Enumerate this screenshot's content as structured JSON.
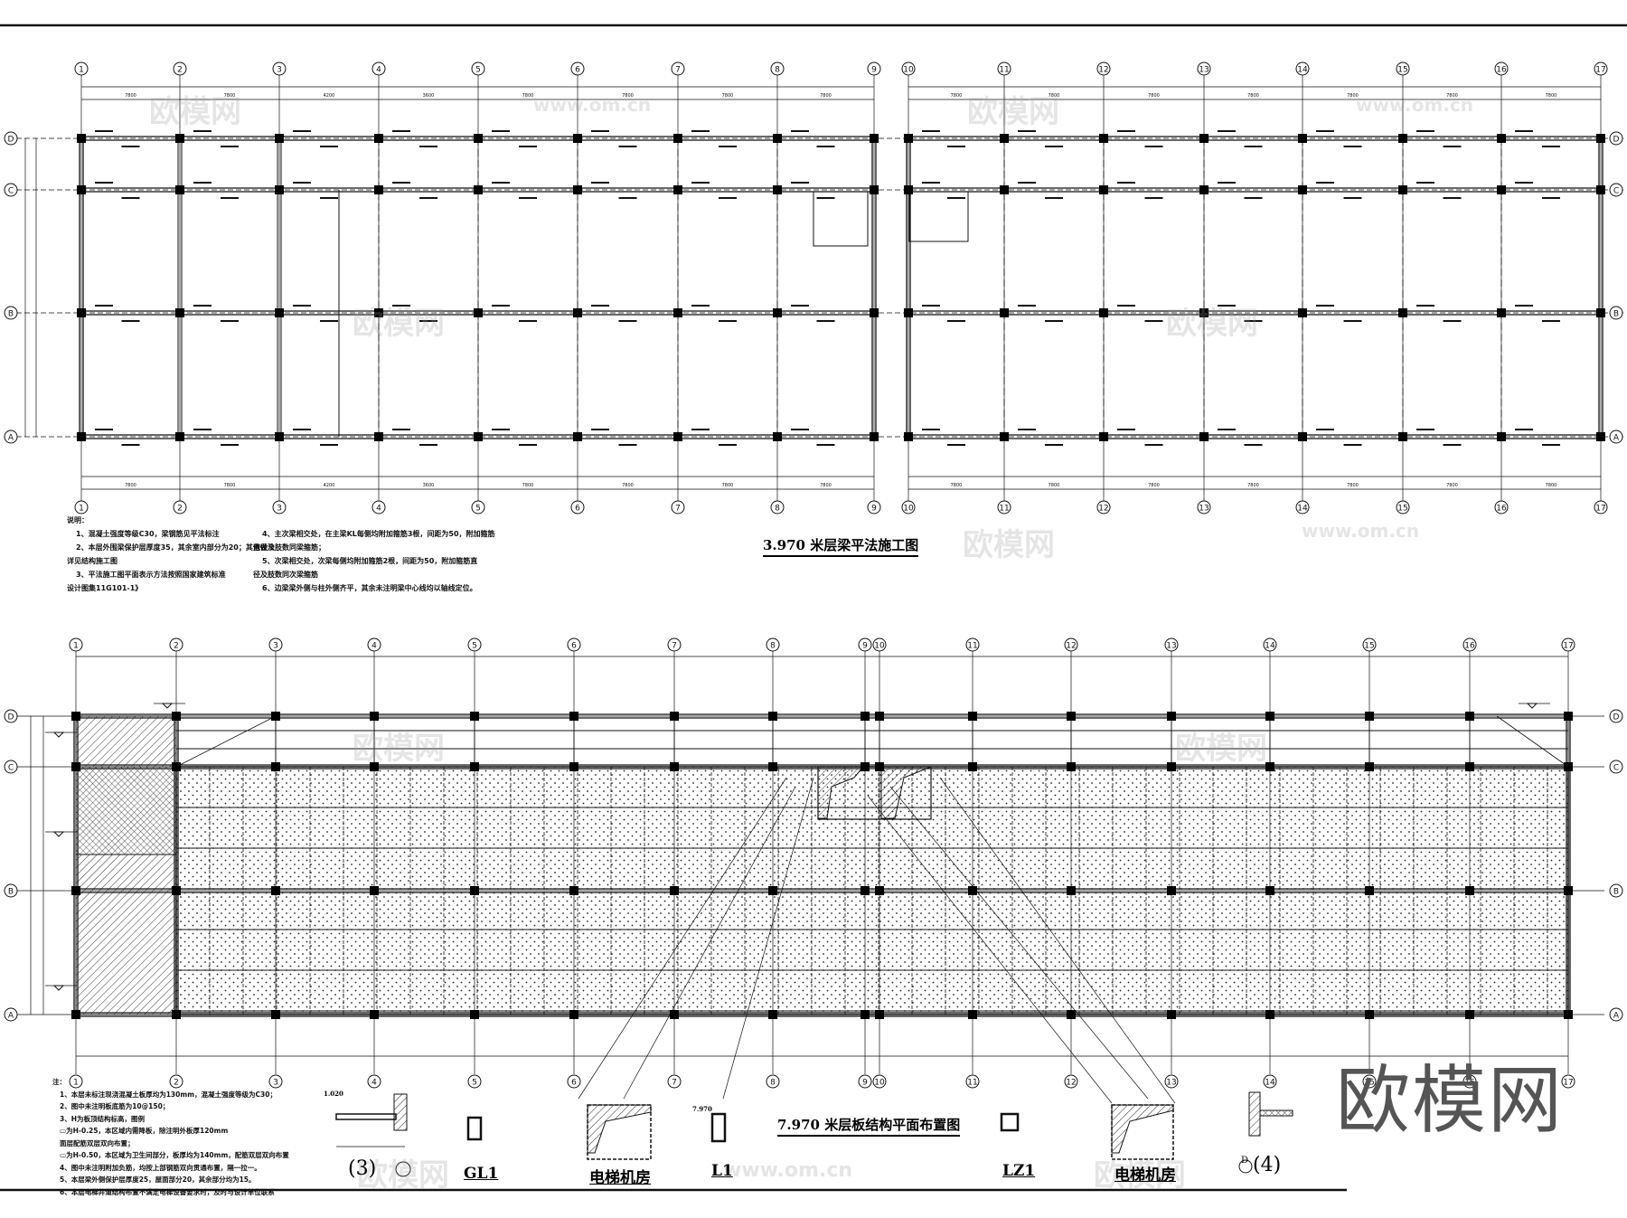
{
  "drawing_top": {
    "title": "3.970 米层梁平法施工图",
    "axes_columns": [
      "1",
      "2",
      "3",
      "4",
      "5",
      "6",
      "7",
      "8",
      "9",
      "10",
      "11",
      "12",
      "13",
      "14",
      "15",
      "16",
      "17"
    ],
    "axes_rows": [
      "D",
      "C",
      "B",
      "A"
    ],
    "bay_dims": [
      "7800",
      "7800",
      "4200",
      "3600",
      "7800",
      "7800",
      "7800",
      "7800",
      "7800",
      "7800",
      "7800",
      "7800",
      "7800",
      "7800",
      "7800",
      "7800"
    ],
    "notes_title": "说明：",
    "notes": [
      "1、混凝土强度等级C30，梁钢筋见平法标注",
      "2、本层外围梁保护层厚度35，其余室内部分为20；其他做法",
      "详见结构施工图",
      "3、平法施工图平面表示方法按照国家建筑标准",
      "设计图集11G101-1》",
      "4、主次梁相交处，在主梁KL每侧均附加箍筋3根，间距为50，附加箍筋",
      "直径及肢数同梁箍筋；",
      "5、次梁相交处，次梁每侧均附加箍筋2根，间距为50，附加箍筋直",
      "径及肢数同次梁箍筋",
      "6、边梁梁外侧与柱外侧齐平，其余未注明梁中心线均以轴线定位。"
    ]
  },
  "drawing_bottom": {
    "title": "7.970 米层板结构平面布置图",
    "elevation_label": "1.020",
    "notes_title": "注：",
    "notes": [
      "1、本层未标注现浇混凝土板厚均为130mm，混凝土强度等级为C30；",
      "2、图中未注明板底筋为10@150；",
      "3、H为板顶结构标高，图例",
      "   ▭为H-0.25，本区域内需降板，除注明外板厚120mm",
      "   面层配筋双层双向布置；",
      "   ▭为H-0.50，本区域为卫生间部分，板厚均为140mm，配筋双层双向布置",
      "4、图中未注明附加负筋，均按上部钢筋双向贯通布置，隔一拉一。",
      "5、本层梁外侧保护层厚度25，屋面部分20，其余部分均为15。",
      "6、本层电梯井道结构布置不满足电梯设备要求时，及时与设计单位联系"
    ],
    "details": {
      "section3": "3",
      "gl1": "GL1",
      "elevator_room_1": "电梯机房",
      "l1": "L1",
      "l1_elev": "7.970",
      "lz1": "LZ1",
      "elevator_room_2": "电梯机房",
      "section4": "4",
      "axis_d": "D"
    }
  },
  "watermark": {
    "logo": "欧模网",
    "url": "www.om.cn"
  }
}
